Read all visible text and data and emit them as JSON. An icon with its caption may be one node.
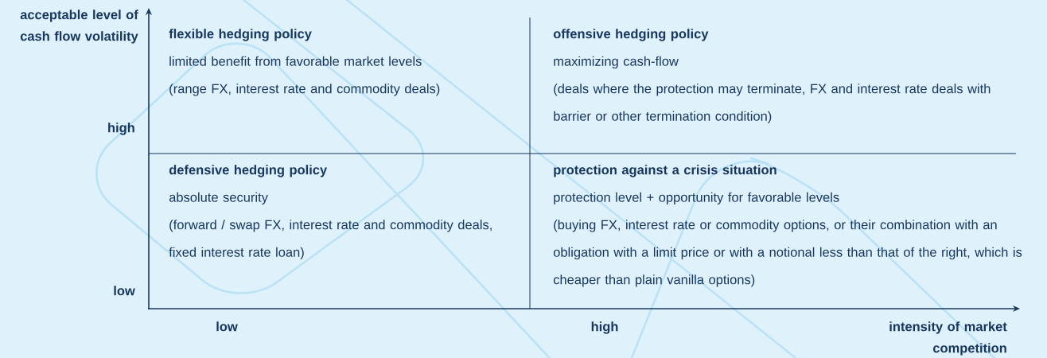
{
  "diagram": {
    "nodes": [
      {
        "text": [
          "flexible hedging policy",
          "limited benefit from favorable market levels",
          "(range FX, interest rate and commodity deals)"
        ]
      },
      {
        "text": [
          "offensive hedging policy",
          "maximizing cash-flow",
          "(deals where the protection may terminate, FX and interest rate deals with barrier or other termination condition)"
        ]
      },
      {
        "text": [
          "defensive hedging policy",
          "absolute security",
          "(forward / swap FX, interest rate and commodity deals, fixed interest rate loan)"
        ]
      },
      {
        "text": [
          "protection against a crisis situation",
          "protection level + opportunity for favorable levels",
          "(buying FX, interest rate or commodity options, or their combination with an obligation with a limit price or with a notional less than that of the right, which is cheaper than plain vanilla options)"
        ]
      }
    ],
    "labels": [
      "acceptable level of cash flow volatility",
      "high",
      "low",
      "low",
      "high",
      "intensity of market competition"
    ]
  }
}
